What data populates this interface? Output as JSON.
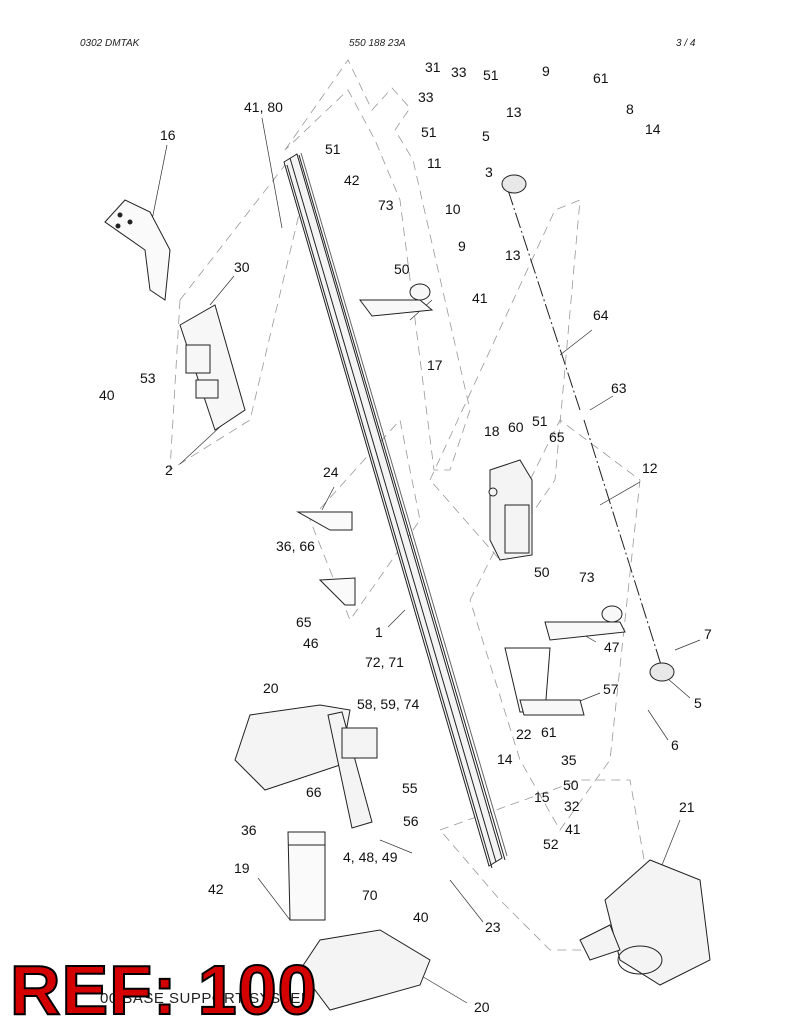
{
  "header": {
    "left": "0302 DMTAK",
    "center": "550 188 23A",
    "right": "3 /   4"
  },
  "callouts": [
    {
      "id": "c1",
      "text": "41, 80"
    },
    {
      "id": "c2",
      "text": "16"
    },
    {
      "id": "c3",
      "text": "51"
    },
    {
      "id": "c4",
      "text": "42"
    },
    {
      "id": "c5",
      "text": "31"
    },
    {
      "id": "c6",
      "text": "33"
    },
    {
      "id": "c7",
      "text": "51"
    },
    {
      "id": "c8",
      "text": "9"
    },
    {
      "id": "c9",
      "text": "61"
    },
    {
      "id": "c10",
      "text": "33"
    },
    {
      "id": "c11",
      "text": "8"
    },
    {
      "id": "c12",
      "text": "13"
    },
    {
      "id": "c13",
      "text": "14"
    },
    {
      "id": "c14",
      "text": "51"
    },
    {
      "id": "c15",
      "text": "5"
    },
    {
      "id": "c16",
      "text": "11"
    },
    {
      "id": "c17",
      "text": "3"
    },
    {
      "id": "c18",
      "text": "73"
    },
    {
      "id": "c19",
      "text": "10"
    },
    {
      "id": "c20",
      "text": "9"
    },
    {
      "id": "c21",
      "text": "13"
    },
    {
      "id": "c22",
      "text": "30"
    },
    {
      "id": "c23",
      "text": "50"
    },
    {
      "id": "c24",
      "text": "41"
    },
    {
      "id": "c25",
      "text": "64"
    },
    {
      "id": "c26",
      "text": "17"
    },
    {
      "id": "c27",
      "text": "53"
    },
    {
      "id": "c28",
      "text": "40"
    },
    {
      "id": "c29",
      "text": "63"
    },
    {
      "id": "c30",
      "text": "18"
    },
    {
      "id": "c31",
      "text": "60"
    },
    {
      "id": "c32",
      "text": "51"
    },
    {
      "id": "c33",
      "text": "65"
    },
    {
      "id": "c34",
      "text": "12"
    },
    {
      "id": "c35",
      "text": "2"
    },
    {
      "id": "c36",
      "text": "24"
    },
    {
      "id": "c37",
      "text": "36, 66"
    },
    {
      "id": "c38",
      "text": "50"
    },
    {
      "id": "c39",
      "text": "73"
    },
    {
      "id": "c40",
      "text": "7"
    },
    {
      "id": "c41",
      "text": "65"
    },
    {
      "id": "c42",
      "text": "1"
    },
    {
      "id": "c43",
      "text": "47"
    },
    {
      "id": "c44",
      "text": "46"
    },
    {
      "id": "c45",
      "text": "72, 71"
    },
    {
      "id": "c46",
      "text": "20"
    },
    {
      "id": "c47",
      "text": "57"
    },
    {
      "id": "c48",
      "text": "5"
    },
    {
      "id": "c49",
      "text": "58, 59, 74"
    },
    {
      "id": "c50",
      "text": "22"
    },
    {
      "id": "c51",
      "text": "61"
    },
    {
      "id": "c52",
      "text": "6"
    },
    {
      "id": "c53",
      "text": "14"
    },
    {
      "id": "c54",
      "text": "35"
    },
    {
      "id": "c55",
      "text": "66"
    },
    {
      "id": "c56",
      "text": "55"
    },
    {
      "id": "c57",
      "text": "50"
    },
    {
      "id": "c58",
      "text": "15"
    },
    {
      "id": "c59",
      "text": "21"
    },
    {
      "id": "c60",
      "text": "32"
    },
    {
      "id": "c61",
      "text": "36"
    },
    {
      "id": "c62",
      "text": "56"
    },
    {
      "id": "c63",
      "text": "41"
    },
    {
      "id": "c64",
      "text": "52"
    },
    {
      "id": "c65",
      "text": "4, 48, 49"
    },
    {
      "id": "c66",
      "text": "19"
    },
    {
      "id": "c67",
      "text": "42"
    },
    {
      "id": "c68",
      "text": "70"
    },
    {
      "id": "c69",
      "text": "40"
    },
    {
      "id": "c70",
      "text": "23"
    },
    {
      "id": "c71",
      "text": "20"
    }
  ],
  "bottom_caption": "00   BASE SUPPORT SYSTEM",
  "ref_stamp": "REF: 100"
}
